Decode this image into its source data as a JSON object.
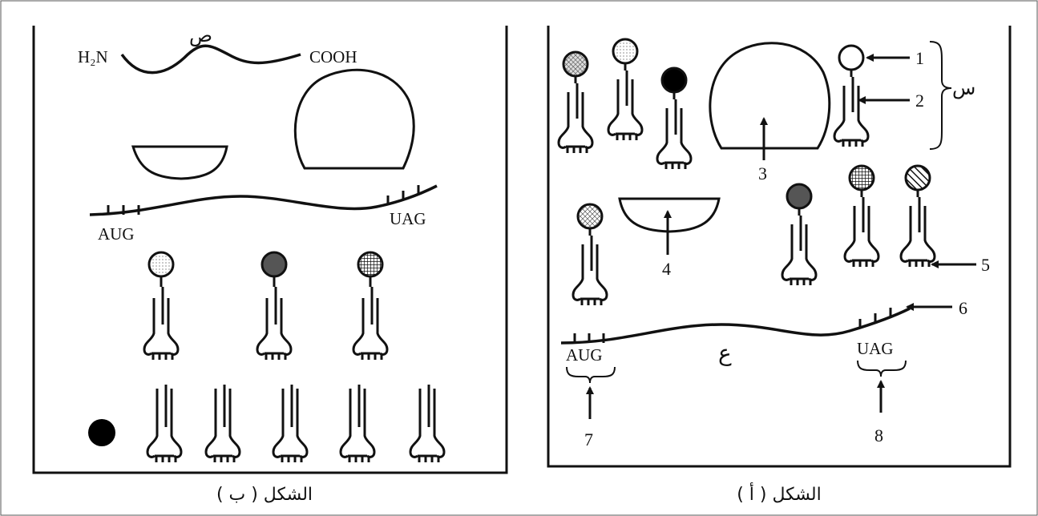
{
  "figure_b": {
    "caption": "الشكل ( ب )",
    "protein": {
      "label": "ص",
      "n_term": "H₂N",
      "c_term": "COOH"
    },
    "mrna": {
      "start_codon": "AUG",
      "stop_codon": "UAG"
    },
    "charged_trnas": [
      "dotted",
      "dark-gray",
      "checkered"
    ],
    "free_trna_count": 5,
    "free_amino_acid": "black"
  },
  "figure_a": {
    "caption": "الشكل ( أ )",
    "bracket_label": "س",
    "mrna_label": "ع",
    "start_codon": "AUG",
    "stop_codon": "UAG",
    "callouts": [
      "1",
      "2",
      "3",
      "4",
      "5",
      "6",
      "7",
      "8"
    ],
    "trnas_top": [
      "hatched",
      "dotted",
      "black"
    ],
    "trna_labeled": "white",
    "trnas_middle": [
      "crossed",
      "dark-gray",
      "checkered",
      "striped"
    ]
  }
}
